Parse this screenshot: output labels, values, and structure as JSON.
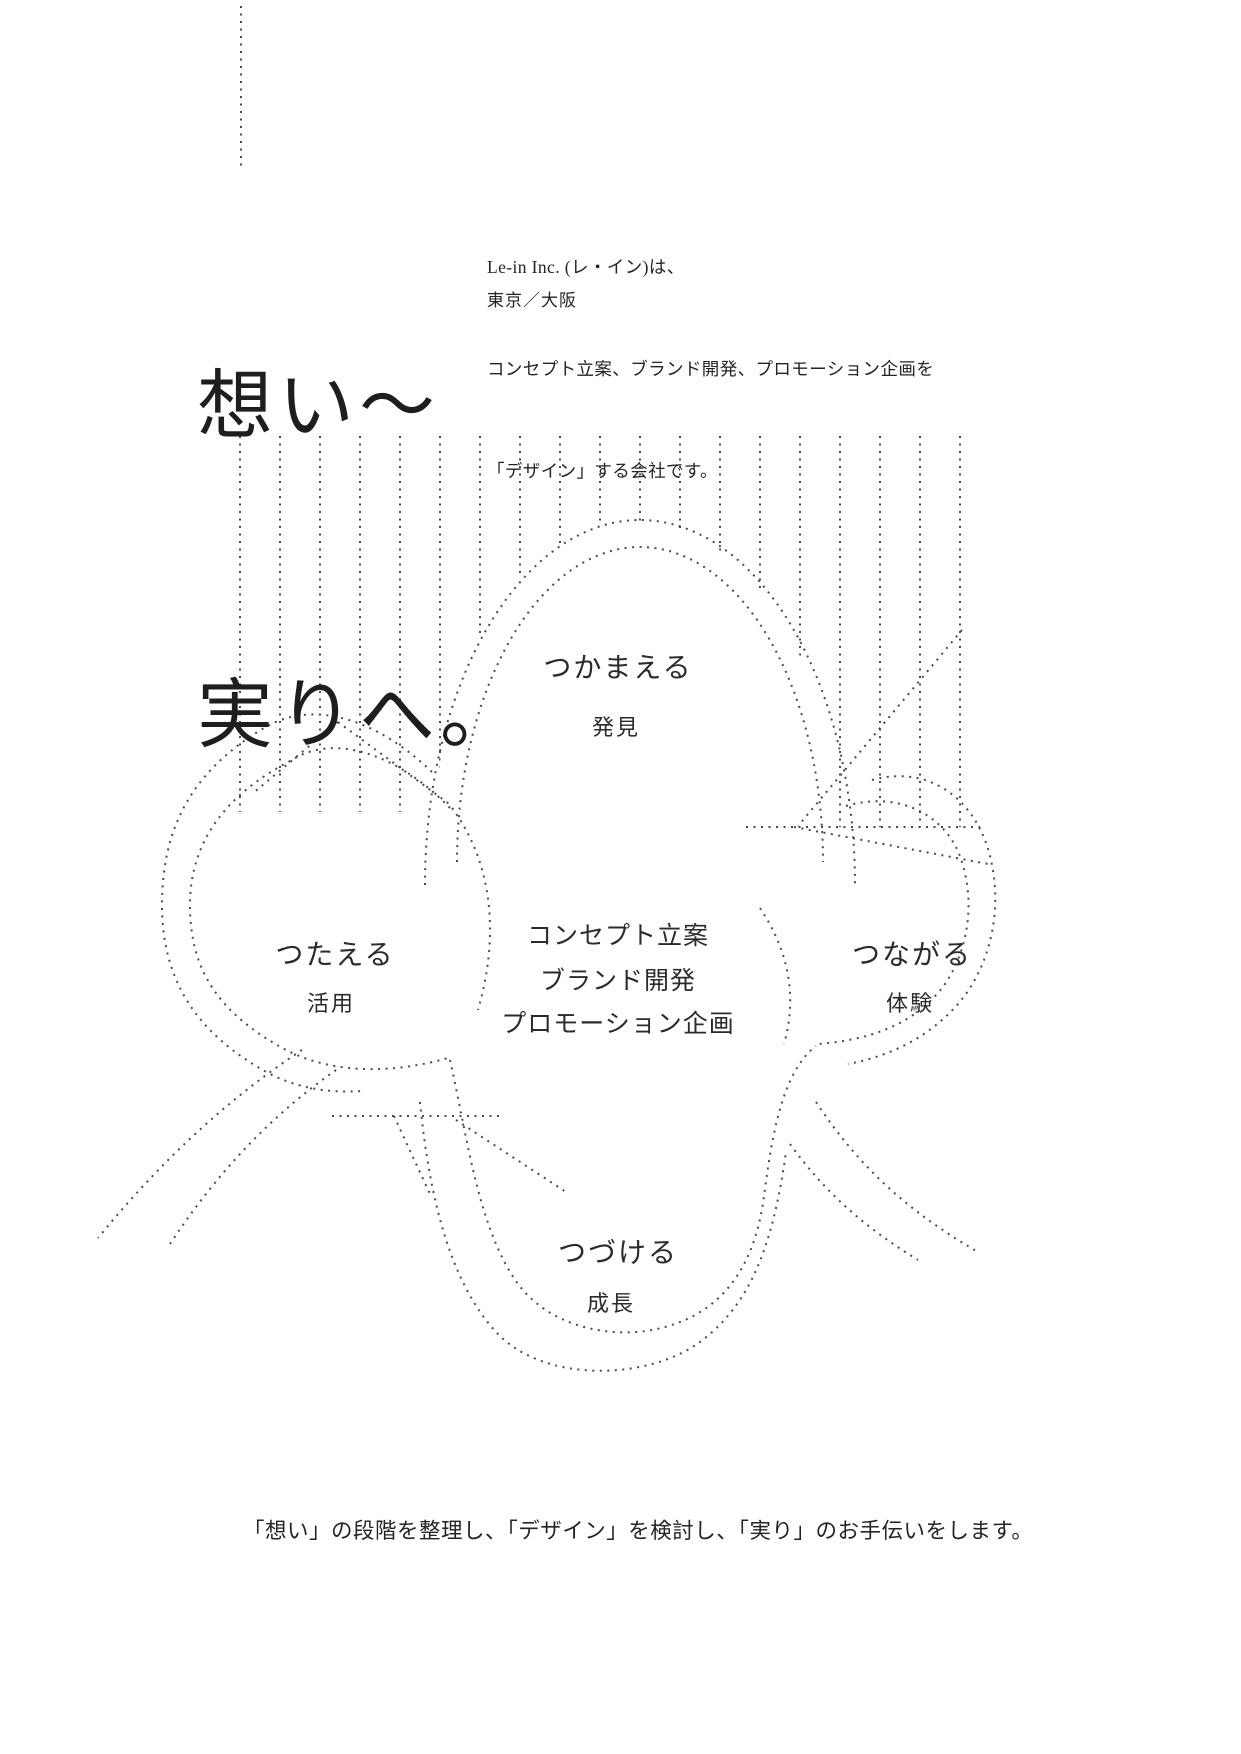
{
  "page": {
    "title_line1": "想い～",
    "title_line2": "実りへ。",
    "intro_lines": [
      "Le-in Inc. (レ・イン)は、",
      "コンセプト立案、ブランド開発、プロモーション企画を",
      "「デザイン」する会社です。"
    ],
    "locations": "東京／大阪",
    "footer": "「想い」の段階を整理し、「デザイン」を検討し、「実り」のお手伝いをします。"
  },
  "diagram": {
    "top": {
      "label": "つかまえる",
      "sublabel": "発見"
    },
    "left": {
      "label": "つたえる",
      "sublabel": "活用"
    },
    "right": {
      "label": "つながる",
      "sublabel": "体験"
    },
    "bottom": {
      "label": "つづける",
      "sublabel": "成長"
    },
    "center_lines": [
      "コンセプト立案",
      "ブランド開発",
      "プロモーション企画"
    ]
  },
  "colors": {
    "ink": "#262626",
    "dot": "#4a4a4a",
    "background": "#ffffff"
  }
}
